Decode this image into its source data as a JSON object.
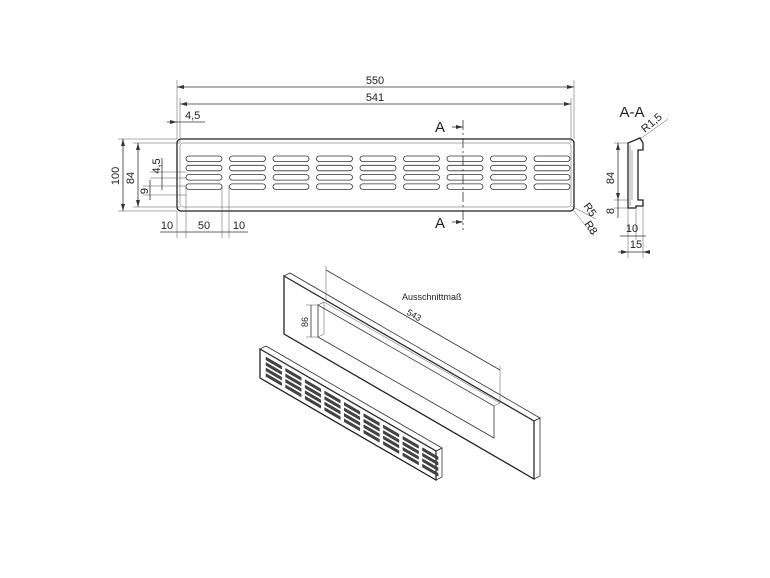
{
  "front_view": {
    "dims": {
      "overall_length": "550",
      "inner_length": "541",
      "edge_offset": "4,5",
      "overall_height": "100",
      "inner_height": "84",
      "slot_height": "4,5",
      "slot_pitch": "9",
      "left_margin": "10",
      "slot_length": "50",
      "slot_gap": "10",
      "corner_radius_small": "R5",
      "corner_radius_large": "R8"
    },
    "section_marker": "A"
  },
  "section_view": {
    "title": "A-A",
    "dims": {
      "radius": "R1,5",
      "height": "84",
      "flange": "8",
      "depth": "10",
      "width": "15"
    }
  },
  "iso_view": {
    "cutout_label": "Ausschnittmaß",
    "cutout_length": "543",
    "cutout_height": "86"
  }
}
